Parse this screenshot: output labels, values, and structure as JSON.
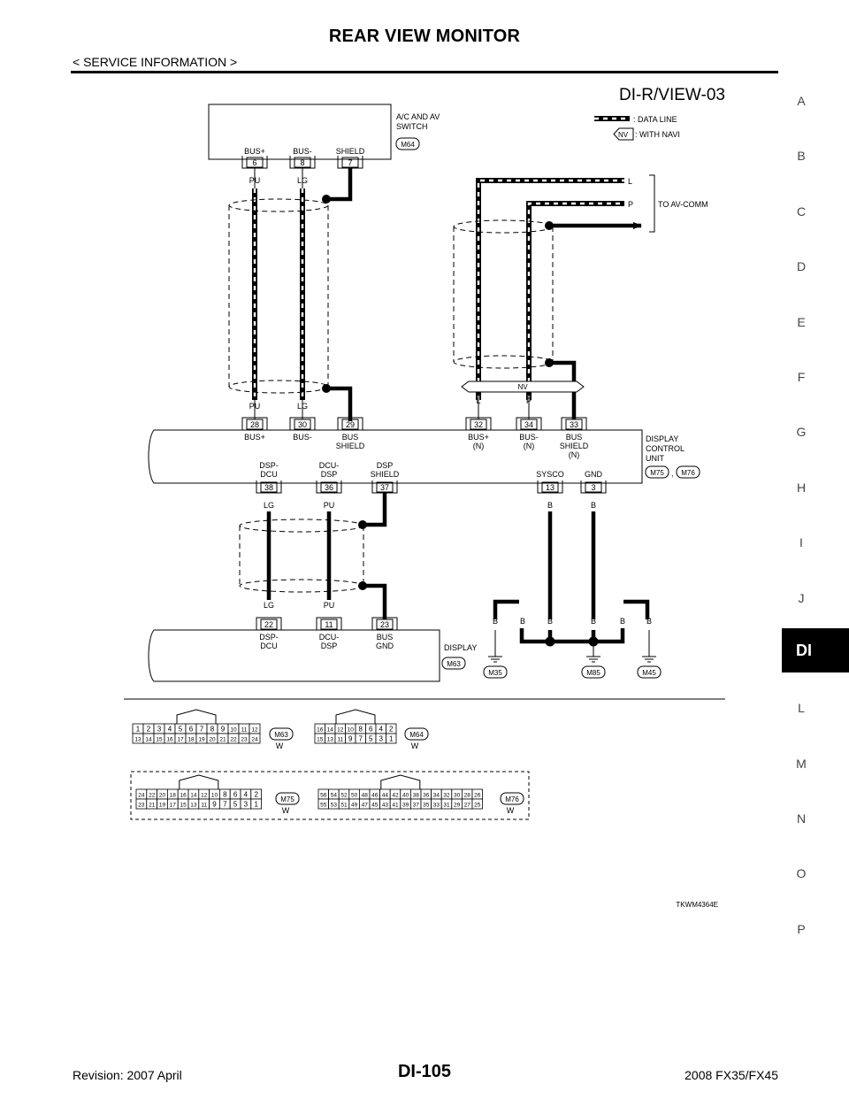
{
  "header": {
    "title": "REAR VIEW MONITOR",
    "subtitle": "< SERVICE INFORMATION >"
  },
  "side_index": [
    "A",
    "B",
    "C",
    "D",
    "E",
    "F",
    "G",
    "H",
    "I",
    "J",
    "DI",
    "L",
    "M",
    "N",
    "O",
    "P"
  ],
  "side_active": "DI",
  "footer": {
    "revision": "Revision: 2007 April",
    "page": "DI-105",
    "model": "2008 FX35/FX45"
  },
  "diagram": {
    "code": "DI-R/VIEW-03",
    "figure_id": "TKWM4364E",
    "legend": {
      "data_line": ": DATA LINE",
      "nv_symbol": "NV",
      "nv": ": WITH NAVI"
    },
    "ac_av": {
      "name_line1": "A/C AND AV",
      "name_line2": "SWITCH",
      "connector": "M64",
      "pins": [
        {
          "label": "BUS+",
          "pin": "6",
          "wire": "PU"
        },
        {
          "label": "BUS-",
          "pin": "8",
          "wire": "LG"
        },
        {
          "label": "SHIELD",
          "pin": "7",
          "wire": ""
        }
      ]
    },
    "to_av_comm": {
      "wire_l": "L",
      "wire_p": "P",
      "label": "TO AV-COMM"
    },
    "nv_bar": "NV",
    "dcu": {
      "name_line1": "DISPLAY",
      "name_line2": "CONTROL",
      "name_line3": "UNIT",
      "conn_a": "M75",
      "comma": ",",
      "conn_b": "M76",
      "top_pins": [
        {
          "pin": "28",
          "wire": "PU",
          "l1": "BUS+",
          "l2": ""
        },
        {
          "pin": "30",
          "wire": "LG",
          "l1": "BUS-",
          "l2": ""
        },
        {
          "pin": "29",
          "wire": "",
          "l1": "BUS",
          "l2": "SHIELD"
        },
        {
          "pin": "32",
          "wire": "L",
          "l1": "BUS+",
          "l2": "(N)"
        },
        {
          "pin": "34",
          "wire": "P",
          "l1": "BUS-",
          "l2": "(N)"
        },
        {
          "pin": "33",
          "wire": "",
          "l1": "BUS",
          "l2": "SHIELD",
          "l3": "(N)"
        }
      ],
      "bottom_pins": [
        {
          "pin": "38",
          "wire": "LG",
          "l1": "DSP-",
          "l2": "DCU"
        },
        {
          "pin": "36",
          "wire": "PU",
          "l1": "DCU-",
          "l2": "DSP"
        },
        {
          "pin": "37",
          "wire": "",
          "l1": "DSP",
          "l2": "SHIELD"
        },
        {
          "pin": "13",
          "wire": "B",
          "l1": "SYSCO",
          "l2": ""
        },
        {
          "pin": "3",
          "wire": "B",
          "l1": "GND",
          "l2": ""
        }
      ]
    },
    "display": {
      "name": "DISPLAY",
      "connector": "M63",
      "pins": [
        {
          "pin": "22",
          "wire": "LG",
          "l1": "DSP-",
          "l2": "DCU"
        },
        {
          "pin": "11",
          "wire": "PU",
          "l1": "DCU-",
          "l2": "DSP"
        },
        {
          "pin": "23",
          "wire": "",
          "l1": "BUS",
          "l2": "GND"
        }
      ]
    },
    "ground_wires": [
      "B",
      "B",
      "B",
      "B",
      "B",
      "B"
    ],
    "grounds": [
      "M35",
      "M85",
      "M45"
    ],
    "conn_views": [
      {
        "id": "M63",
        "color": "W",
        "top": [
          "1",
          "2",
          "3",
          "4",
          "5",
          "6",
          "7",
          "8",
          "9",
          "10",
          "11",
          "12"
        ],
        "bottom": [
          "13",
          "14",
          "15",
          "16",
          "17",
          "18",
          "19",
          "20",
          "21",
          "22",
          "23",
          "24"
        ]
      },
      {
        "id": "M64",
        "color": "W",
        "top": [
          "16",
          "14",
          "12",
          "10",
          "8",
          "6",
          "4",
          "2"
        ],
        "bottom": [
          "15",
          "13",
          "11",
          "9",
          "7",
          "5",
          "3",
          "1"
        ]
      },
      {
        "id": "M75",
        "color": "W",
        "top": [
          "24",
          "22",
          "20",
          "18",
          "16",
          "14",
          "12",
          "10",
          "8",
          "6",
          "4",
          "2"
        ],
        "bottom": [
          "23",
          "21",
          "19",
          "17",
          "15",
          "13",
          "11",
          "9",
          "7",
          "5",
          "3",
          "1"
        ]
      },
      {
        "id": "M76",
        "color": "W",
        "top": [
          "56",
          "54",
          "52",
          "50",
          "48",
          "46",
          "44",
          "42",
          "40",
          "38",
          "36",
          "34",
          "32",
          "30",
          "28",
          "26"
        ],
        "bottom": [
          "55",
          "53",
          "51",
          "49",
          "47",
          "45",
          "43",
          "41",
          "39",
          "37",
          "35",
          "33",
          "31",
          "29",
          "27",
          "25"
        ]
      }
    ]
  }
}
